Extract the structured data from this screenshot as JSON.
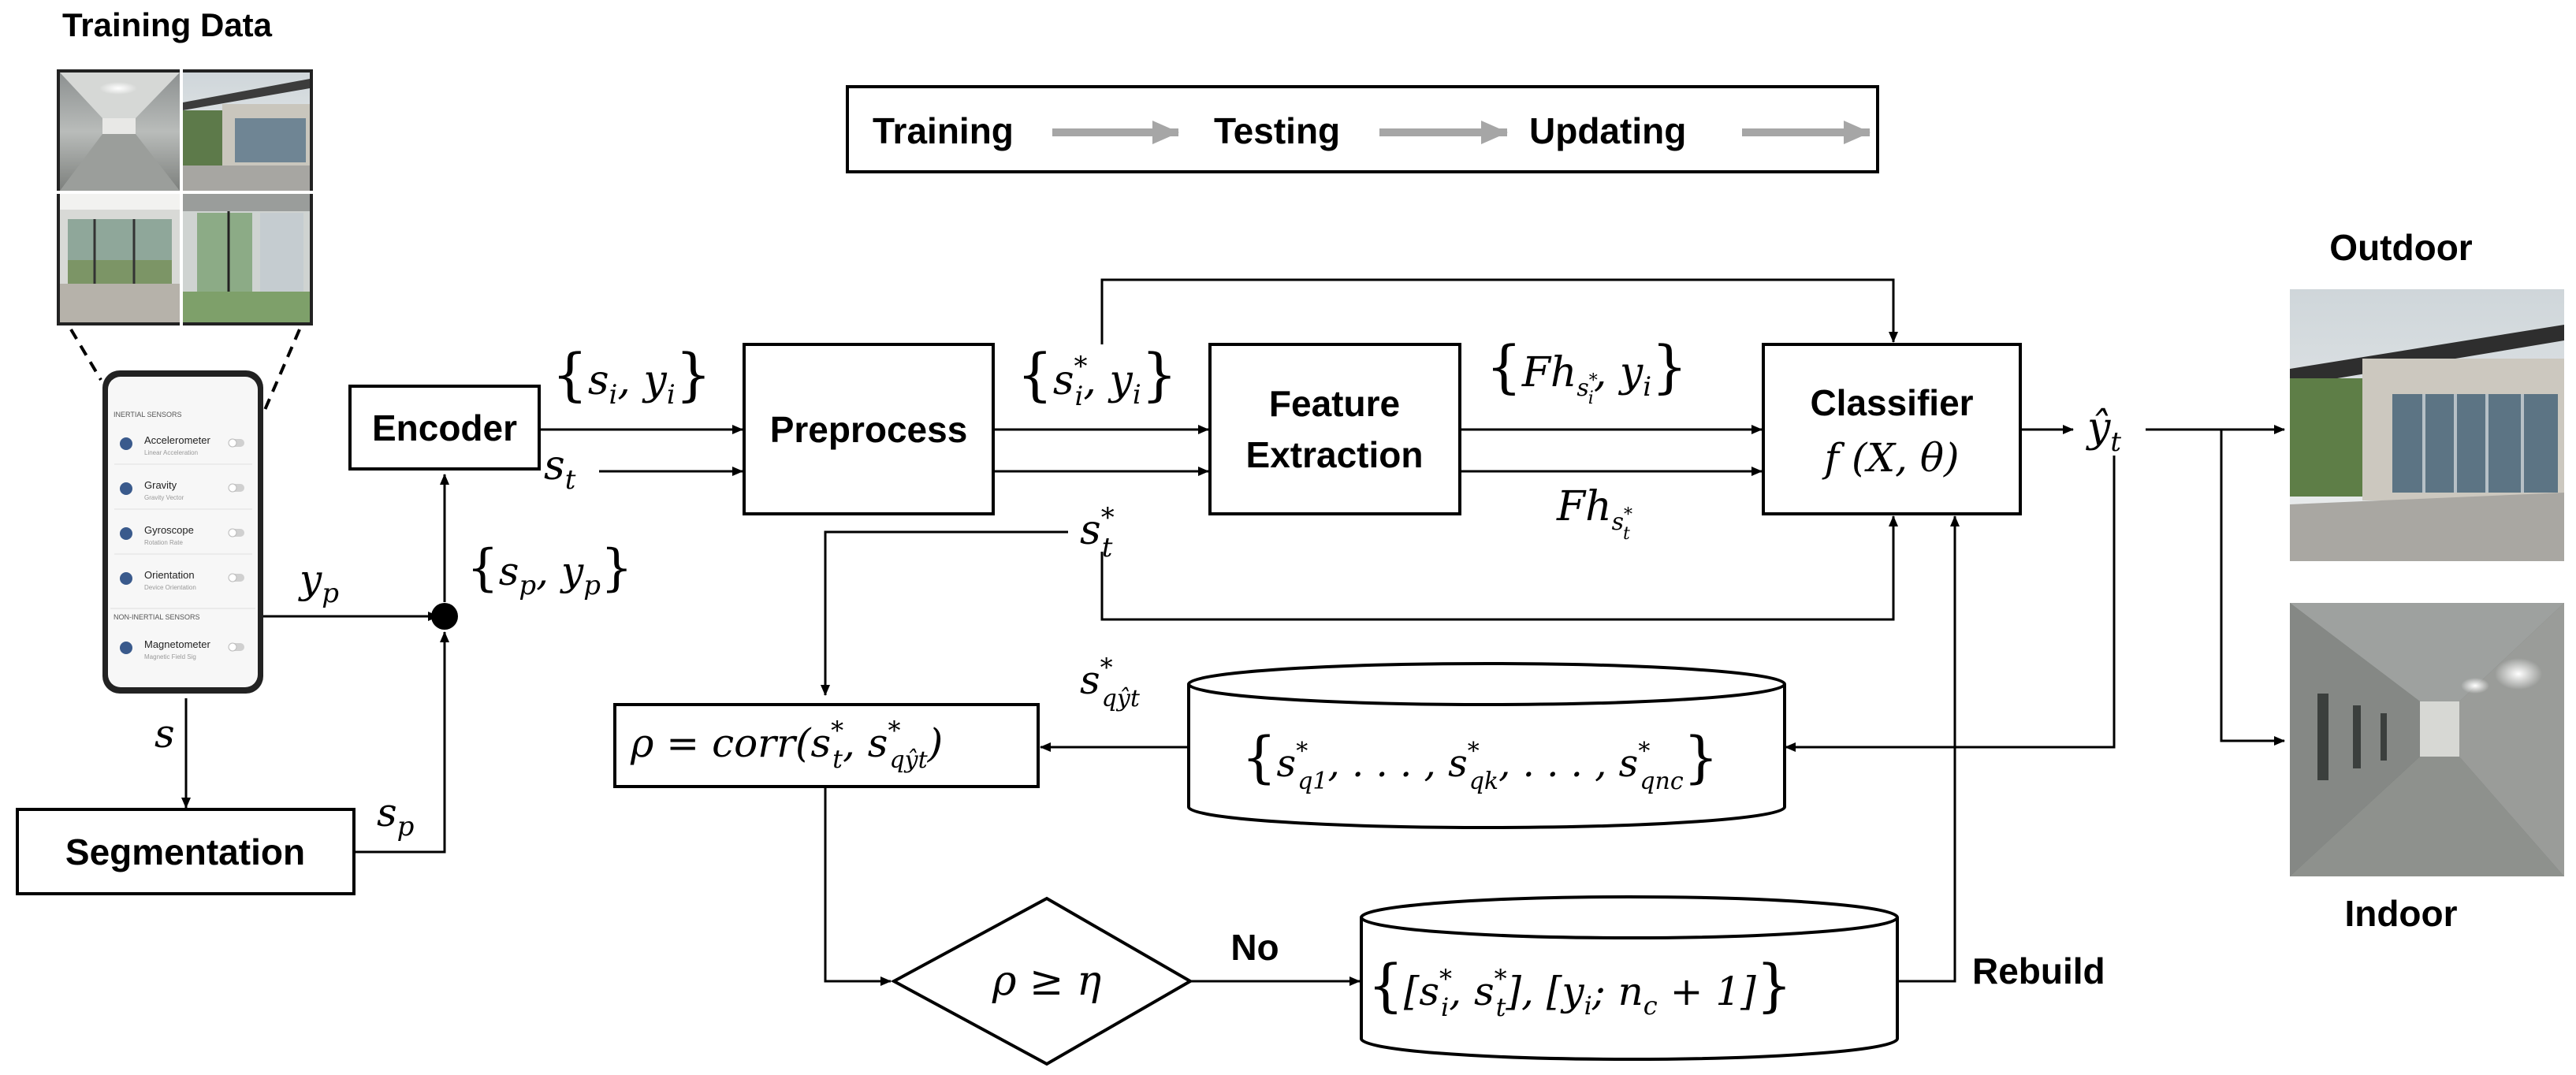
{
  "header": {
    "training_data_title": "Training Data"
  },
  "legend": {
    "training": "Training",
    "testing": "Testing",
    "updating": "Updating"
  },
  "colors": {
    "arrow_gray": "#a6a6a6",
    "line": "#000000",
    "phone_accent": "#3a5a8c"
  },
  "phone": {
    "section_inertial": "INERTIAL SENSORS",
    "section_non_inertial": "NON-INERTIAL SENSORS",
    "sensors": [
      {
        "name": "Accelerometer",
        "desc": "Linear Acceleration",
        "icon": "rocket-icon"
      },
      {
        "name": "Gravity",
        "desc": "Gravity Vector",
        "icon": "pin-icon"
      },
      {
        "name": "Gyroscope",
        "desc": "Rotation Rate",
        "icon": "star-icon"
      },
      {
        "name": "Orientation",
        "desc": "Device Orientation",
        "icon": "compass-icon"
      },
      {
        "name": "Magnetometer",
        "desc": "Magnetic Field Sig",
        "icon": "magnet-icon"
      }
    ]
  },
  "blocks": {
    "encoder": "Encoder",
    "preprocess": "Preprocess",
    "feature_line1": "Feature",
    "feature_line2": "Extraction",
    "classifier": "Classifier",
    "classifier_fn": "f (X, θ)",
    "segmentation": "Segmentation",
    "corr": "ρ = corr(s*t, s*qŷt)",
    "decision": "ρ ≥ η",
    "db_query": "{s*q1, …, s*qk, …, s*qnc}",
    "db_rebuild": "{[s*i, s*t], [yi; nc + 1]}"
  },
  "labels": {
    "s": "s",
    "sp": "sp",
    "yp": "yp",
    "st": "st",
    "st_star": "s*t",
    "si_yi": "{si, yi}",
    "sp_yp": "{sp, yp}",
    "si_star_yi": "{s*i, yi}",
    "fh_si_yi": "{Fhs*i, yi}",
    "fh_st": "Fhs*t",
    "yhat": "ŷt",
    "sq_yhat": "s*qŷt",
    "no": "No",
    "rebuild": "Rebuild",
    "outdoor": "Outdoor",
    "indoor": "Indoor"
  }
}
